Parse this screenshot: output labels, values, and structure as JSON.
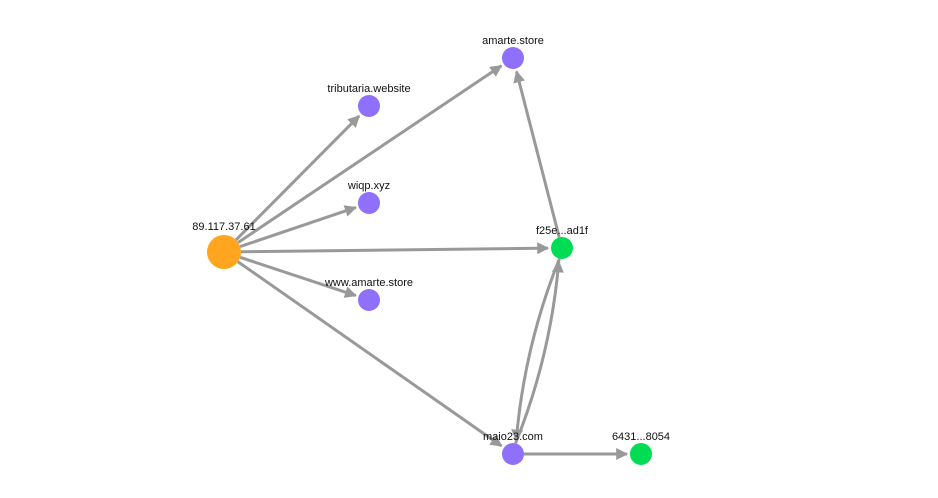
{
  "graph": {
    "edge_color": "#999999",
    "node_types": {
      "ip": {
        "color": "#ffa51f"
      },
      "domain": {
        "color": "#8e70fa"
      },
      "hash": {
        "color": "#00dd55"
      }
    },
    "nodes": [
      {
        "id": "ip1",
        "label": "89.117.37.61",
        "type": "ip"
      },
      {
        "id": "d_amarte",
        "label": "amarte.store",
        "type": "domain"
      },
      {
        "id": "d_tributaria",
        "label": "tributaria.website",
        "type": "domain"
      },
      {
        "id": "d_wiqp",
        "label": "wiqp.xyz",
        "type": "domain"
      },
      {
        "id": "d_www_amarte",
        "label": "www.amarte.store",
        "type": "domain"
      },
      {
        "id": "d_maio23",
        "label": "maio23.com",
        "type": "domain"
      },
      {
        "id": "h_f25e",
        "label": "f25e...ad1f",
        "type": "hash"
      },
      {
        "id": "h_6431",
        "label": "6431...8054",
        "type": "hash"
      }
    ],
    "edges": [
      {
        "from": "ip1",
        "to": "d_tributaria"
      },
      {
        "from": "ip1",
        "to": "d_amarte"
      },
      {
        "from": "ip1",
        "to": "d_wiqp"
      },
      {
        "from": "ip1",
        "to": "h_f25e"
      },
      {
        "from": "ip1",
        "to": "d_www_amarte"
      },
      {
        "from": "ip1",
        "to": "d_maio23"
      },
      {
        "from": "h_f25e",
        "to": "d_amarte"
      },
      {
        "from": "d_maio23",
        "to": "h_f25e",
        "curved": true
      },
      {
        "from": "h_f25e",
        "to": "d_maio23",
        "curved": true
      },
      {
        "from": "d_maio23",
        "to": "h_6431"
      }
    ]
  }
}
